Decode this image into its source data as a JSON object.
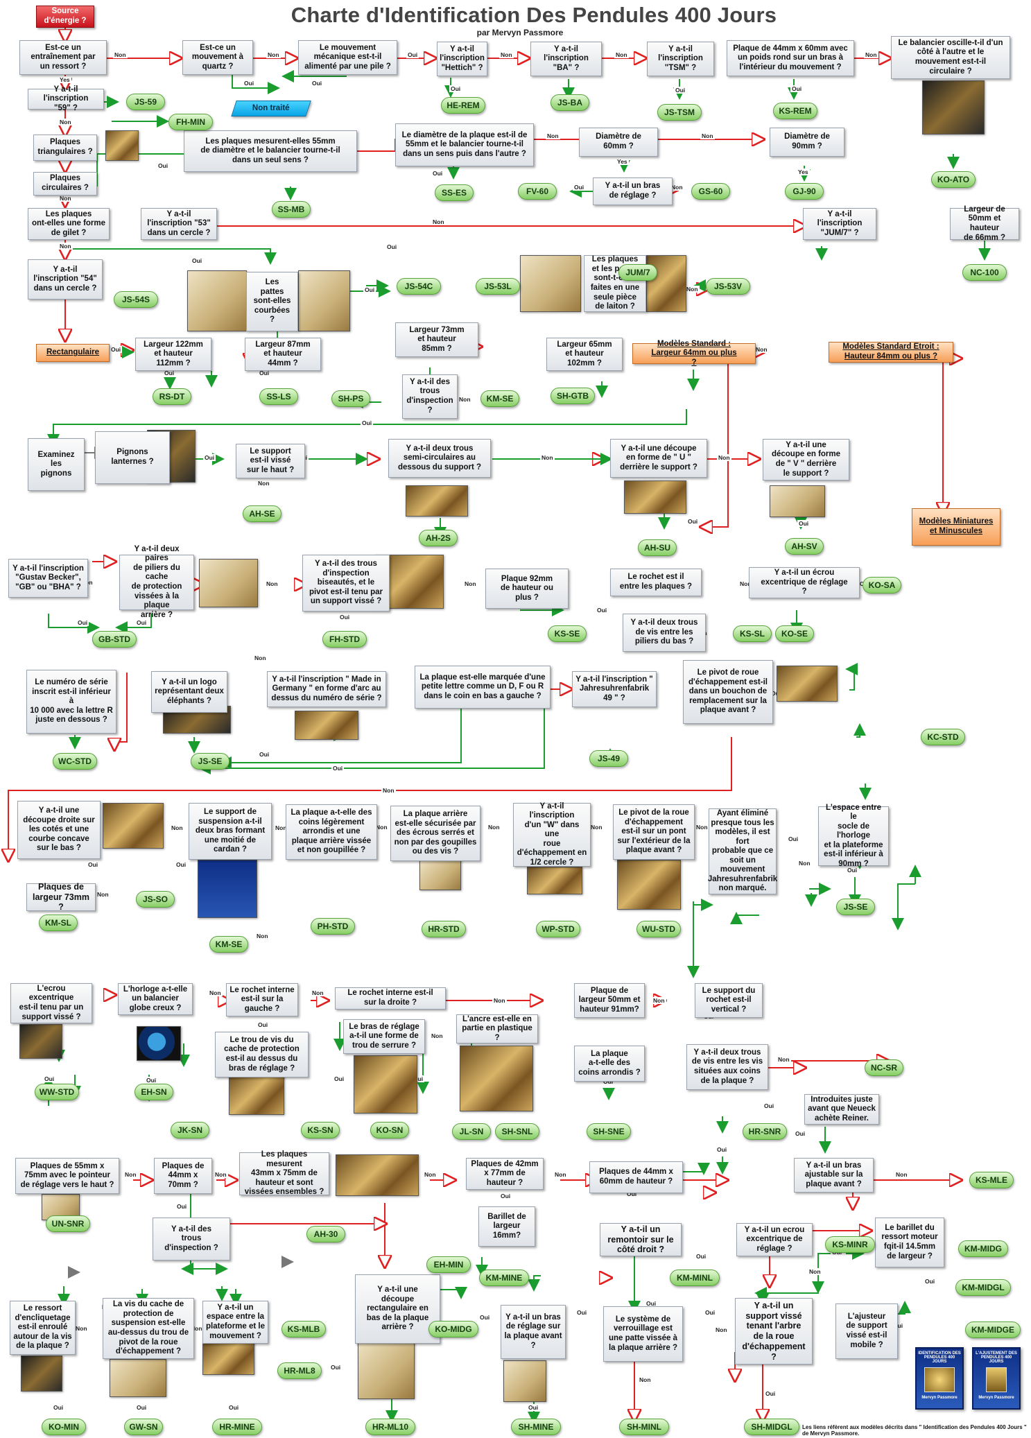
{
  "title": "Charte d'Identification Des Pendules 400 Jours",
  "subtitle": "par Mervyn Passmore",
  "footnote": "Les liens réfèrent aux modèles décrits dans \" Identification des Pendules 400 Jours \" de Mervyn Passmore.",
  "nodes": [
    {
      "id": "start",
      "t": "Source\nd'énergie ?",
      "k": "red"
    },
    {
      "id": "q1",
      "t": "Est-ce un\nentraînement par\nun ressort ?"
    },
    {
      "id": "q2",
      "t": "Est-ce un\nmouvement à\nquartz ?"
    },
    {
      "id": "q3",
      "t": "Le mouvement\nmécanique est-t-il\nalimenté par une pile ?"
    },
    {
      "id": "q4",
      "t": "Y a-t-il\nl'inscription\n\"Hettich\" ?"
    },
    {
      "id": "q5",
      "t": "Y a-t-il\nl'inscription\n\"BA\" ?"
    },
    {
      "id": "q6",
      "t": "Y a-t-il\nl'inscription\n\"TSM\" ?"
    },
    {
      "id": "q7",
      "t": "Plaque de 44mm x 60mm avec\nun poids rond sur un bras à\nl'intérieur du mouvement ?"
    },
    {
      "id": "q8",
      "t": "Le balancier oscille-t-il d'un\ncôté à l'autre et le\nmouvement est-t-il\ncirculaire ?"
    },
    {
      "id": "nt",
      "t": "Non traité",
      "k": "blue"
    },
    {
      "id": "q9",
      "t": "Y a-t-il l'inscription\n\"59\" ?"
    },
    {
      "id": "q10",
      "t": "Plaques\ntriangulaires ?"
    },
    {
      "id": "q11",
      "t": "Plaques\ncirculaires ?"
    },
    {
      "id": "q12",
      "t": "Les plaques mesurent-elles 55mm\nde diamètre et le balancier tourne-t-il\ndans un seul sens ?"
    },
    {
      "id": "q13",
      "t": "Le diamètre de la plaque est-il de\n55mm et le balancier tourne-t-il\ndans un sens puis dans l'autre ?"
    },
    {
      "id": "q14",
      "t": "Diamètre de\n60mm ?"
    },
    {
      "id": "q15",
      "t": "Diamètre de\n90mm ?"
    },
    {
      "id": "q16",
      "t": "Y a-t-il un bras\nde réglage ?"
    },
    {
      "id": "q17",
      "t": "Les plaques\nont-elles une forme\nde gilet ?"
    },
    {
      "id": "q18",
      "t": "Y a-t-il\nl'inscription \"53\"\ndans un cercle ?"
    },
    {
      "id": "q19",
      "t": "Y a-t-il\nl'inscription\n\"JUM/7\" ?"
    },
    {
      "id": "q20",
      "t": "Largeur de\n50mm et hauteur\nde 66mm ?"
    },
    {
      "id": "q21",
      "t": "Y a-t-il\nl'inscription \"54\"\ndans un cercle ?"
    },
    {
      "id": "q22",
      "t": "Les\npattes\nsont-elles\ncourbées\n?"
    },
    {
      "id": "q23",
      "t": "Les plaques\net les pattes\nsont-t-elles\nfaites en une\nseule pièce\nde laiton ?"
    },
    {
      "id": "rect",
      "t": "Rectangulaire",
      "k": "orange"
    },
    {
      "id": "q24",
      "t": "Largeur 122mm\net hauteur\n112mm ?"
    },
    {
      "id": "q25",
      "t": "Largeur 87mm\net hauteur\n44mm ?"
    },
    {
      "id": "q26",
      "t": "Largeur 73mm\net hauteur\n85mm ?"
    },
    {
      "id": "q27",
      "t": "Y a-t-il des\ntrous\nd'inspection\n?"
    },
    {
      "id": "q28",
      "t": "Largeur 65mm\net hauteur\n102mm ?"
    },
    {
      "id": "std",
      "t": "Modèles Standard :\nLargeur 64mm ou plus\n?",
      "k": "orange"
    },
    {
      "id": "stde",
      "t": "Modèles Standard Etroit :\nHauteur 84mm ou plus ?",
      "k": "orange"
    },
    {
      "id": "mini",
      "t": "Modèles Miniatures\net Minuscules",
      "k": "orange"
    },
    {
      "id": "q29",
      "t": "Examinez\nles\npignons"
    },
    {
      "id": "q30",
      "t": "Pignons\nlanternes ?"
    },
    {
      "id": "q31",
      "t": "Le support\nest-il vissé\nsur le haut ?"
    },
    {
      "id": "q32",
      "t": "Y a-t-il deux trous\nsemi-circulaires au\ndessous du support ?"
    },
    {
      "id": "q33",
      "t": "Y a-t-il une découpe\nen forme de \" U \"\nderrière le support ?"
    },
    {
      "id": "q34",
      "t": "Y a-t-il une\ndécoupe en forme\nde \" V \" derrière\nle support ?"
    },
    {
      "id": "q35",
      "t": "Y a-t-il l'inscription\n\"Gustav Becker\",\n\"GB\" ou \"BHA\" ?"
    },
    {
      "id": "q36",
      "t": "Y a-t-il deux paires\nde piliers du cache\nde protection\nvissées à la plaque\narrière ?"
    },
    {
      "id": "q37",
      "t": "Y a-t-il des trous\nd'inspection\nbiseautés, et le\npivot est-il tenu par\nun support vissé ?"
    },
    {
      "id": "q38",
      "t": "Plaque 92mm\nde hauteur ou\nplus ?"
    },
    {
      "id": "q39",
      "t": "Le rochet est il\nentre les plaques ?"
    },
    {
      "id": "q40",
      "t": "Y a-t-il un écrou\nexcentrique de réglage\n?"
    },
    {
      "id": "q41",
      "t": "Y a-t-il deux trous\nde vis entre les\npiliers du bas ?"
    },
    {
      "id": "q42",
      "t": "Le numéro de série\ninscrit est-il inférieur à\n10 000 avec la lettre R\njuste en dessous ?"
    },
    {
      "id": "q43",
      "t": "Y a-t-il un logo\nreprésentant deux\néléphants ?"
    },
    {
      "id": "q44",
      "t": "Y a-t-il l'inscription \" Made in\nGermany \" en forme d'arc au\ndessus du numéro de série ?"
    },
    {
      "id": "q45",
      "t": "La plaque est-elle marquée d'une\npetite lettre comme un D, F ou R\ndans le coin en bas a gauche ?"
    },
    {
      "id": "q46",
      "t": "Y a-t-il l'inscription \"\nJahresuhrenfabrik\n49 \" ?"
    },
    {
      "id": "q47",
      "t": "Le pivot de roue\nd'échappement est-il\ndans un bouchon de\nremplacement sur la\nplaque avant ?"
    },
    {
      "id": "q48",
      "t": "Y a-t-il une\ndécoupe droite sur\nles cotés et une\ncourbe concave\nsur le bas ?"
    },
    {
      "id": "q49",
      "t": "Le support de\nsuspension a-t-il\ndeux bras formant\nune moitié de\ncardan ?"
    },
    {
      "id": "q50",
      "t": "La plaque a-t-elle des\ncoins légèrement\narrondis et une\nplaque arrière vissée\net non goupillée ?"
    },
    {
      "id": "q51",
      "t": "La plaque arrière\nest-elle sécurisée par\ndes écrous serrés et\nnon par des goupilles\nou des vis ?"
    },
    {
      "id": "q52",
      "t": "Y a-t-il l'inscription\nd'un \"W\" dans une\nroue\nd'échappement en\n1/2 cercle ?"
    },
    {
      "id": "q53",
      "t": "Le pivot de la roue\nd'échappement\nest-il sur un pont\nsur l'extérieur de la\nplaque avant ?"
    },
    {
      "id": "q54",
      "t": "Ayant éliminé\npresque tous les\nmodèles, il est fort\nprobable que ce\nsoit un\nmouvement\nJahresuhrenfabrik\nnon marqué."
    },
    {
      "id": "q55",
      "t": "L'espace entre le\nsocle de l'horloge\net la plateforme\nest-il inférieur à\n90mm ?"
    },
    {
      "id": "q56",
      "t": "Plaques de\nlargeur 73mm ?",
      "k": "bold"
    },
    {
      "id": "q57",
      "t": "L'ecrou excentrique\nest-il tenu par un\nsupport vissé ?"
    },
    {
      "id": "q58",
      "t": "L'horloge a-t-elle\nun balancier\nglobe creux ?"
    },
    {
      "id": "q59",
      "t": "Le rochet interne\nest-il sur la\ngauche ?"
    },
    {
      "id": "q60",
      "t": "Le trou de vis du\ncache de protection\nest-il au dessus du\nbras de réglage ?"
    },
    {
      "id": "q61",
      "t": "Le rochet interne est-il\nsur la droite ?"
    },
    {
      "id": "q62",
      "t": "Le bras de réglage\na-t-il une forme de\ntrou de serrure ?"
    },
    {
      "id": "q63",
      "t": "L'ancre est-elle en\npartie en plastique\n?"
    },
    {
      "id": "q64",
      "t": "Plaque de\nlargeur 50mm et\nhauteur 91mm?"
    },
    {
      "id": "q65",
      "t": "La plaque\na-t-elle des\ncoins arrondis ?"
    },
    {
      "id": "q66",
      "t": "Le support du\nrochet est-il\nvertical ?"
    },
    {
      "id": "q67",
      "t": "Y a-t-il deux trous\nde vis entre les vis\nsituées aux coins\nde la plaque ?"
    },
    {
      "id": "q68",
      "t": "Introduites juste\navant que Neueck\nachète Reiner."
    },
    {
      "id": "q69",
      "t": "Plaques de 55mm x\n75mm avec le pointeur\nde réglage vers le haut ?"
    },
    {
      "id": "q70",
      "t": "Plaques de\n44mm x\n70mm ?"
    },
    {
      "id": "q71",
      "t": "Les plaques mesurent\n43mm x 75mm de\nhauteur et sont\nvissées ensembles ?"
    },
    {
      "id": "q72",
      "t": "Plaques de 42mm\nx 77mm de\nhauteur ?"
    },
    {
      "id": "q73",
      "t": "Plaques de 44mm x\n60mm de hauteur ?"
    },
    {
      "id": "q74",
      "t": "Y a-t-il un bras\najustable sur la\nplaque avant ?"
    },
    {
      "id": "q75",
      "t": "Y a-t-il des\ntrous\nd'inspection ?"
    },
    {
      "id": "q76",
      "t": "Barillet de\nlargeur\n16mm?"
    },
    {
      "id": "q77",
      "t": "Y a-t-il un\nremontoir sur le\ncôté droit ?",
      "k": "bold"
    },
    {
      "id": "q78",
      "t": "Y a-t-il un ecrou\nexcentrique de\nréglage ?"
    },
    {
      "id": "q79",
      "t": "Le barillet du\nressort moteur\nfqit-il 14.5mm\nde largeur ?"
    },
    {
      "id": "q80",
      "t": "Le ressort\nd'encliquetage\nest-il enroulé\nautour de la vis\nde la plaque ?"
    },
    {
      "id": "q81",
      "t": "La vis du cache de\nprotection de\nsuspension est-elle\nau-dessus du trou de\npivot de la roue\nd'échappement ?"
    },
    {
      "id": "q82",
      "t": "Y a-t-il un\nespace entre la\nplateforme et le\nmouvement ?"
    },
    {
      "id": "q83",
      "t": "Y a-t-il une\ndécoupe\nrectangulaire en\nbas de la plaque\narrière ?"
    },
    {
      "id": "q84",
      "t": "Y a-t-il un bras\nde réglage sur\nla plaque avant\n?"
    },
    {
      "id": "q85",
      "t": "Le système de\nverrouillage est\nune patte vissée à\nla plaque arrière ?"
    },
    {
      "id": "q86",
      "t": "Y a-t-il un\nsupport vissé\ntenant l'arbre\nde la roue\nd'échappement\n?",
      "k": "bold"
    },
    {
      "id": "q87",
      "t": "L'ajusteur\nde support\nvissé est-il\nmobile ?"
    }
  ],
  "endpoints": [
    "JS-59",
    "FH-MIN",
    "HE-REM",
    "JS-BA",
    "JS-TSM",
    "KS-REM",
    "KO-ATO",
    "SS-MB",
    "SS-ES",
    "FV-60",
    "GS-60",
    "GJ-90",
    "JUM/7",
    "NC-100",
    "JS-54C",
    "JS-54S",
    "JS-53L",
    "JS-53V",
    "RS-DT",
    "SS-LS",
    "SH-PS",
    "KM-SE",
    "SH-GTB",
    "AH-SE",
    "AH-2S",
    "AH-SU",
    "AH-SV",
    "GB-STD",
    "FH-STD",
    "KO-SA",
    "KO-SE",
    "KS-SE",
    "KS-SL",
    "WC-STD",
    "JS-SE",
    "JS-49",
    "KC-STD",
    "JS-SE",
    "JS-SO",
    "KM-SL",
    "KM-SE",
    "PH-STD",
    "HR-STD",
    "WP-STD",
    "WU-STD",
    "WW-STD",
    "EH-SN",
    "JK-SN",
    "KS-SN",
    "KO-SN",
    "JL-SN",
    "SH-SNL",
    "SH-SNE",
    "NC-SR",
    "HR-SNR",
    "UN-SNR",
    "AH-30",
    "EH-MIN",
    "KM-MINE",
    "KM-MINL",
    "KS-MINR",
    "KS-MLE",
    "KM-MIDG",
    "KM-MIDGL",
    "KM-MIDGE",
    "KS-MLB",
    "HR-ML8",
    "KO-MIN",
    "GW-SN",
    "HR-MINE",
    "HR-ML10",
    "KO-MIDG",
    "SH-MINE",
    "SH-MINL",
    "SH-MIDGL",
    "SH-MIDGE"
  ],
  "connector_labels": [
    "Oui",
    "Non",
    "Yes"
  ],
  "book_covers": [
    {
      "title": "IDENTIFICATION DES PENDULES 400 JOURS",
      "author": "Mervyn Passmore"
    },
    {
      "title": "L'AJUSTEMENT DES PENDULES 400 JOURS",
      "author": "Mervyn Passmore"
    }
  ],
  "colors": {
    "yes_arrow": "#1a9c2e",
    "no_arrow": "#e02020",
    "neutral_arrow": "#888888",
    "decision_box": "#e4e8ec",
    "endpoint": "#8fd46c",
    "section": "#f7a25c",
    "start": "#d6121c",
    "not_treated": "#19b6f0"
  }
}
